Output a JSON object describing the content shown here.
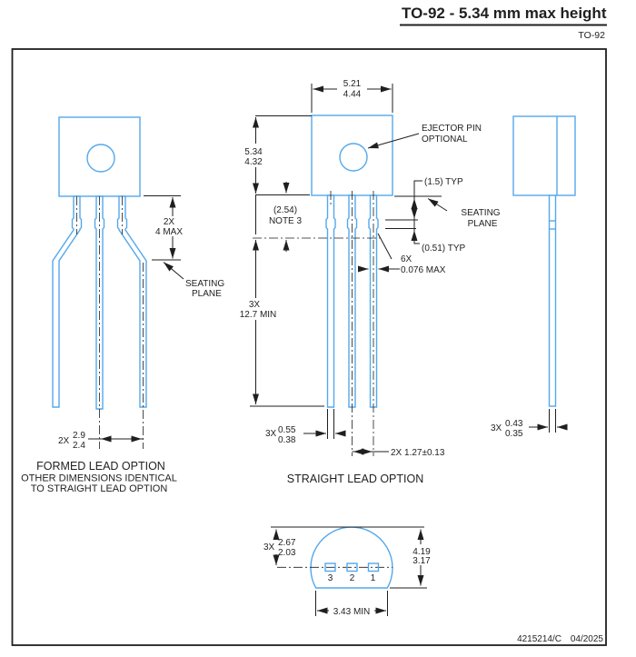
{
  "header": {
    "title": "TO-92 -  5.34 mm max height",
    "package_label": "TO-92"
  },
  "footer": {
    "doc_number": "4215214/C",
    "date": "04/2025"
  },
  "colors": {
    "drawing_blue": "#54a8ec",
    "line_black": "#1f1f1f"
  },
  "formed_view": {
    "dim_drop_qty": "2X",
    "dim_drop_val": "4 MAX",
    "seating_line1": "SEATING",
    "seating_line2": "PLANE",
    "dim_spread_qty": "2X",
    "dim_spread_hi": "2.9",
    "dim_spread_lo": "2.4",
    "caption1": "FORMED LEAD OPTION",
    "caption2": "OTHER DIMENSIONS IDENTICAL",
    "caption3": "TO STRAIGHT LEAD OPTION"
  },
  "straight_view": {
    "dim_width_hi": "5.21",
    "dim_width_lo": "4.44",
    "dim_height_hi": "5.34",
    "dim_height_lo": "4.32",
    "ejector_line1": "EJECTOR PIN",
    "ejector_line2": "OPTIONAL",
    "dim_standoff": "(2.54)",
    "dim_standoff_note": "NOTE 3",
    "dim_shoulder": "(1.5) TYP",
    "seating_line1": "SEATING",
    "seating_line2": "PLANE",
    "dim_kink": "(0.51) TYP",
    "dim_flash_qty": "6X",
    "dim_flash_val": "0.076 MAX",
    "dim_length_qty": "3X",
    "dim_length_val": "12.7 MIN",
    "dim_lead_w_qty": "3X",
    "dim_lead_w_hi": "0.55",
    "dim_lead_w_lo": "0.38",
    "dim_pitch": "2X 1.27±0.13",
    "caption": "STRAIGHT LEAD OPTION"
  },
  "side_view": {
    "dim_thick_qty": "3X",
    "dim_thick_hi": "0.43",
    "dim_thick_lo": "0.35"
  },
  "bottom_view": {
    "dim_offset_qty": "3X",
    "dim_offset_hi": "2.67",
    "dim_offset_lo": "2.03",
    "dim_depth_hi": "4.19",
    "dim_depth_lo": "3.17",
    "dim_flat": "3.43 MIN",
    "pins": [
      "3",
      "2",
      "1"
    ]
  }
}
